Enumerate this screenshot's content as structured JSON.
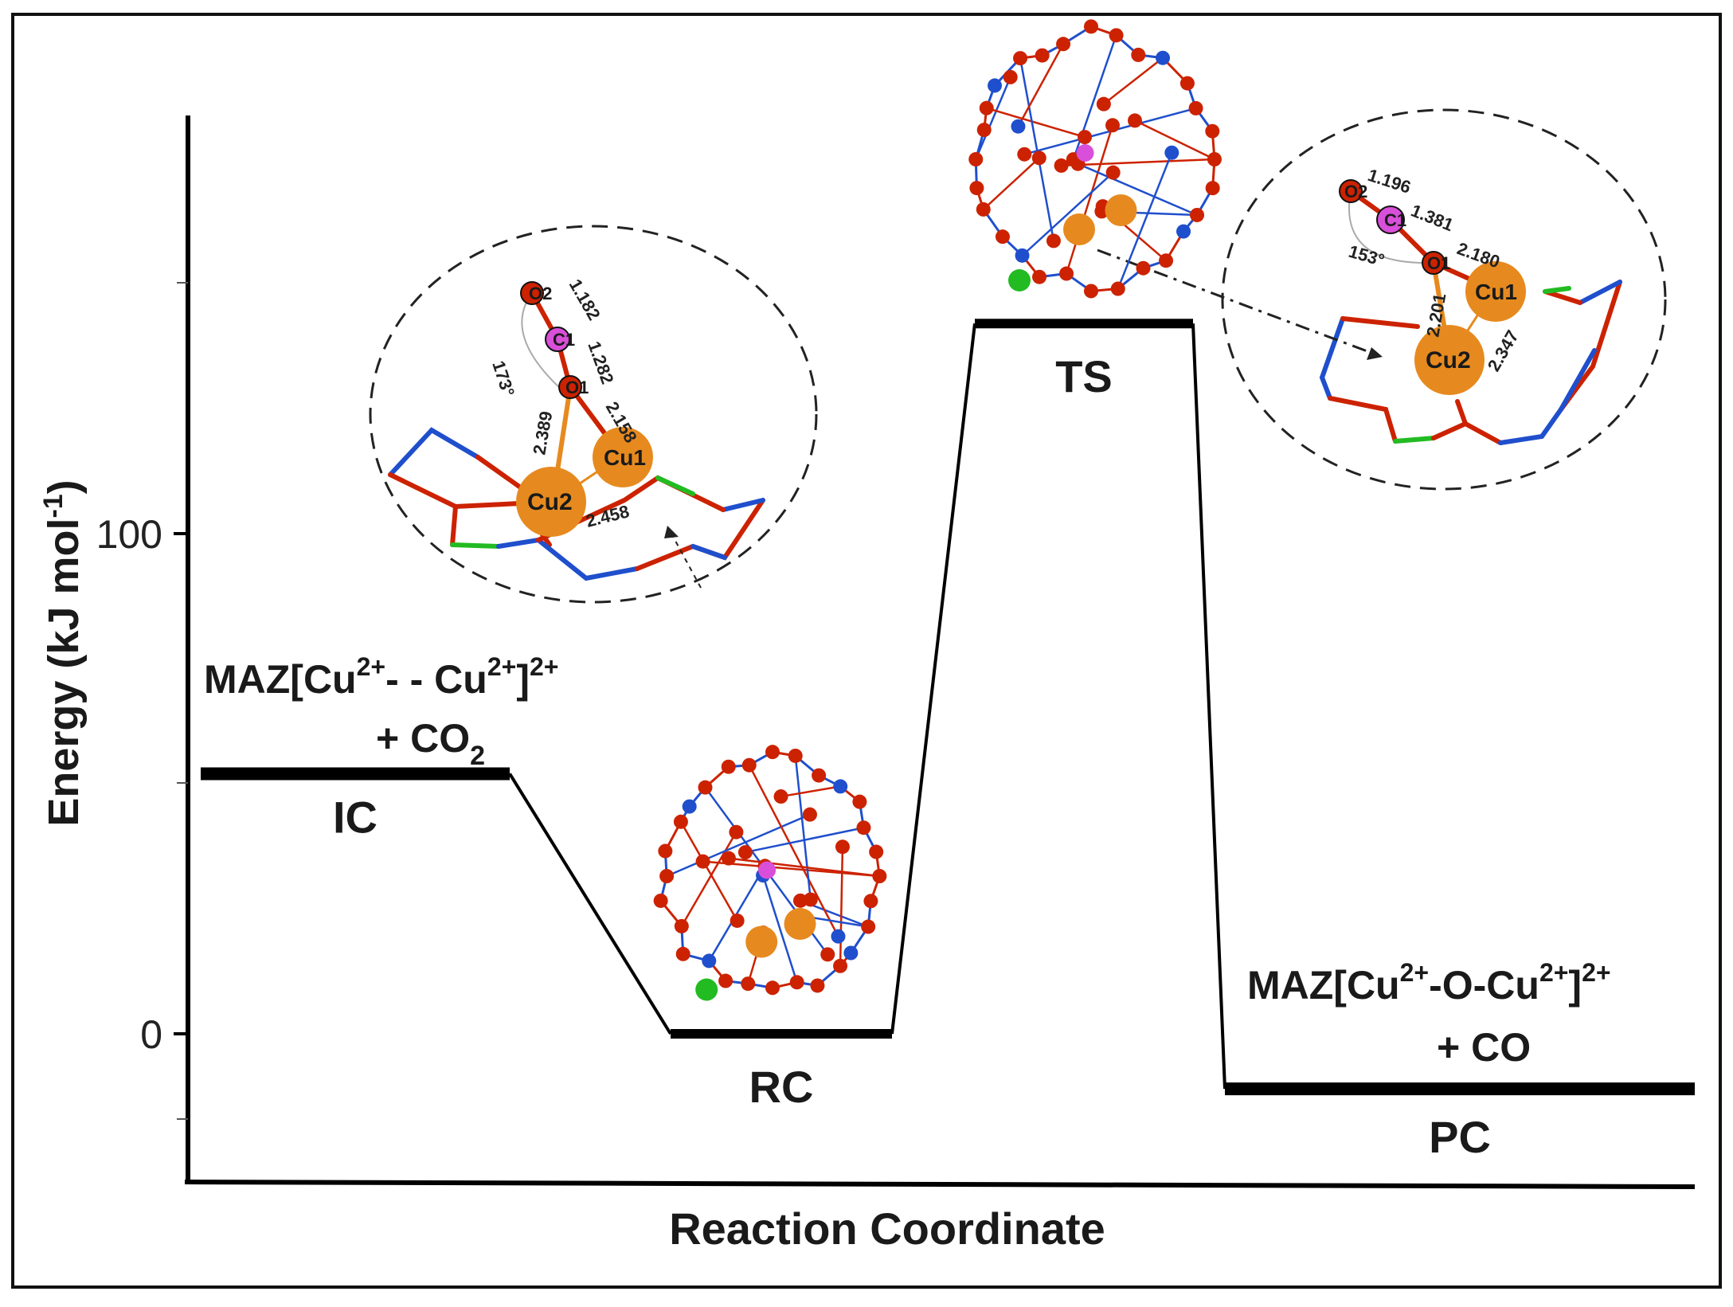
{
  "chart_data": {
    "type": "line",
    "xlabel": "Reaction Coordinate",
    "ylabel": "Energy (kJ mol-1)",
    "ylabel_parts": {
      "text": "Energy (kJ mol",
      "sup": "-1",
      "close": ")"
    },
    "yticks": [
      0,
      100
    ],
    "yticks_label": [
      "0",
      "100"
    ],
    "ylim": [
      -29,
      182
    ],
    "states": [
      {
        "id": "IC",
        "label": "IC",
        "energy": 52
      },
      {
        "id": "RC",
        "label": "RC",
        "energy": 0
      },
      {
        "id": "TS",
        "label": "TS",
        "energy": 142
      },
      {
        "id": "PC",
        "label": "PC",
        "energy": -11
      }
    ],
    "annotations": {
      "ic_formula": {
        "a": "MAZ[Cu",
        "s1": "2+",
        "b": "-   - Cu",
        "s2": "2+",
        "c": "]",
        "s3": "2+"
      },
      "ic_reagent": {
        "a": "+ CO",
        "sub": "2"
      },
      "pc_formula": {
        "a": "MAZ[Cu",
        "s1": "2+",
        "b": "-O-Cu",
        "s2": "2+",
        "c": "]",
        "s3": "2+"
      },
      "pc_reagent": {
        "a": "+ CO"
      }
    },
    "insets": {
      "rc": {
        "atoms": [
          "O2",
          "C1",
          "O1",
          "Cu1",
          "Cu2"
        ],
        "distances": [
          "1.182",
          "1.282",
          "2.389",
          "2.158",
          "2.458"
        ],
        "angle": "173°"
      },
      "ts": {
        "atoms": [
          "O2",
          "C1",
          "O1",
          "Cu1",
          "Cu2"
        ],
        "distances": [
          "1.196",
          "1.381",
          "2.180",
          "2.201",
          "2.347"
        ],
        "angle": "153°"
      }
    },
    "colors": {
      "oxygen": "#cc2200",
      "carbon": "#d94fd9",
      "copper": "#e68a1f",
      "silicon": "#1f4fcc",
      "aluminum": "#22bb22",
      "line": "#000000"
    }
  }
}
